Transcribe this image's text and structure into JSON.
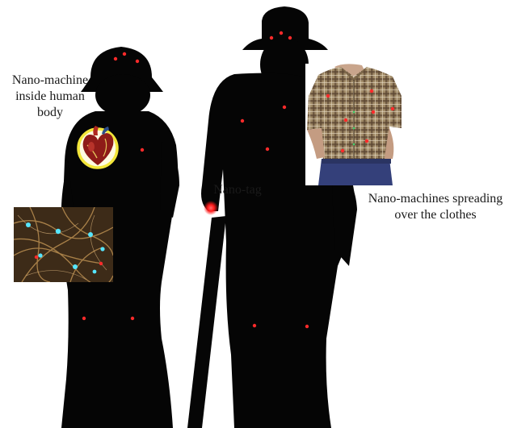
{
  "labels": {
    "inside_body": [
      "Nano-machine",
      "inside human",
      "body"
    ],
    "tag": "Nano-tag",
    "clothes": [
      "Nano-machines spreading",
      "over the clothes"
    ]
  },
  "colors": {
    "silhouette": "#050505",
    "nano_dot": "#ff2a2a",
    "tag_glow": "#ff1a1a",
    "heart_ring": "#f3e63a",
    "shirt_plaid": "#a08a67",
    "trousers": "#34407a",
    "neuron_glow": "#56e6ff"
  },
  "icons": {
    "heart": "human-heart-icon",
    "neurons": "neuron-network-image",
    "shirt": "plaid-shirt-photo"
  }
}
